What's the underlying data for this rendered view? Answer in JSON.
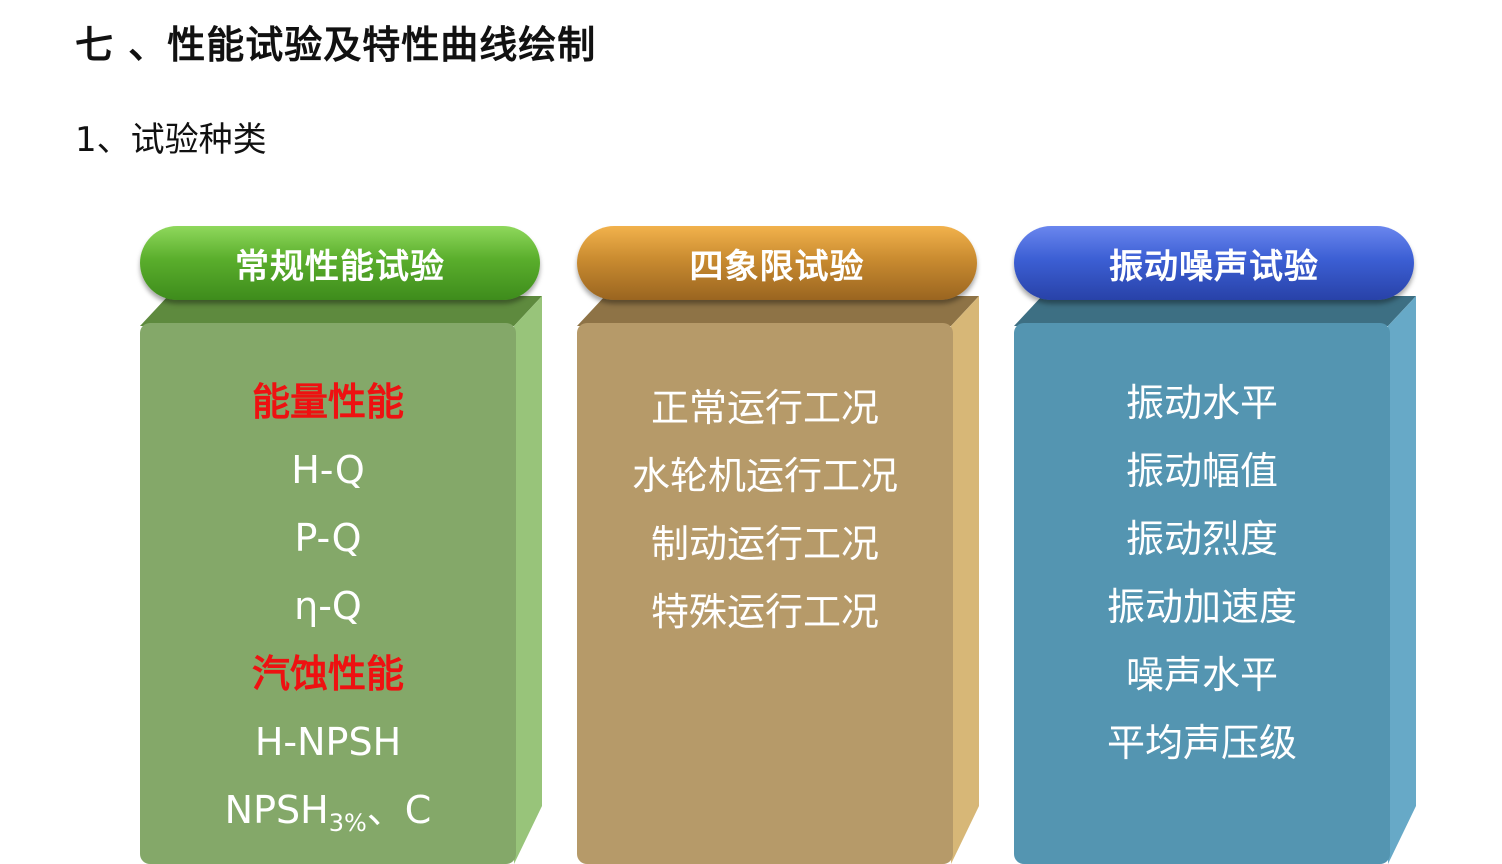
{
  "slide": {
    "title": "七 、性能试验及特性曲线绘制",
    "subtitle": "1、试验种类"
  },
  "columns": {
    "conventional": {
      "header": "常规性能试验",
      "items": {
        "0": "能量性能",
        "1": "H-Q",
        "2": "P-Q",
        "3": "η-Q",
        "4": "汽蚀性能",
        "5": "H-NPSH",
        "6_main": "NPSH",
        "6_sub": "3%",
        "6_tail": "、C"
      }
    },
    "four_quadrant": {
      "header": "四象限试验",
      "items": [
        "正常运行工况",
        "水轮机运行工况",
        "制动运行工况",
        "特殊运行工况"
      ]
    },
    "vibration_noise": {
      "header": "振动噪声试验",
      "items": [
        "振动水平",
        "振动幅值",
        "振动烈度",
        "振动加速度",
        "噪声水平",
        "平均声压级"
      ]
    }
  },
  "colors": {
    "highlight": "#ee1111",
    "green": "#84a869",
    "gold": "#b69a69",
    "blue": "#5495b1"
  }
}
